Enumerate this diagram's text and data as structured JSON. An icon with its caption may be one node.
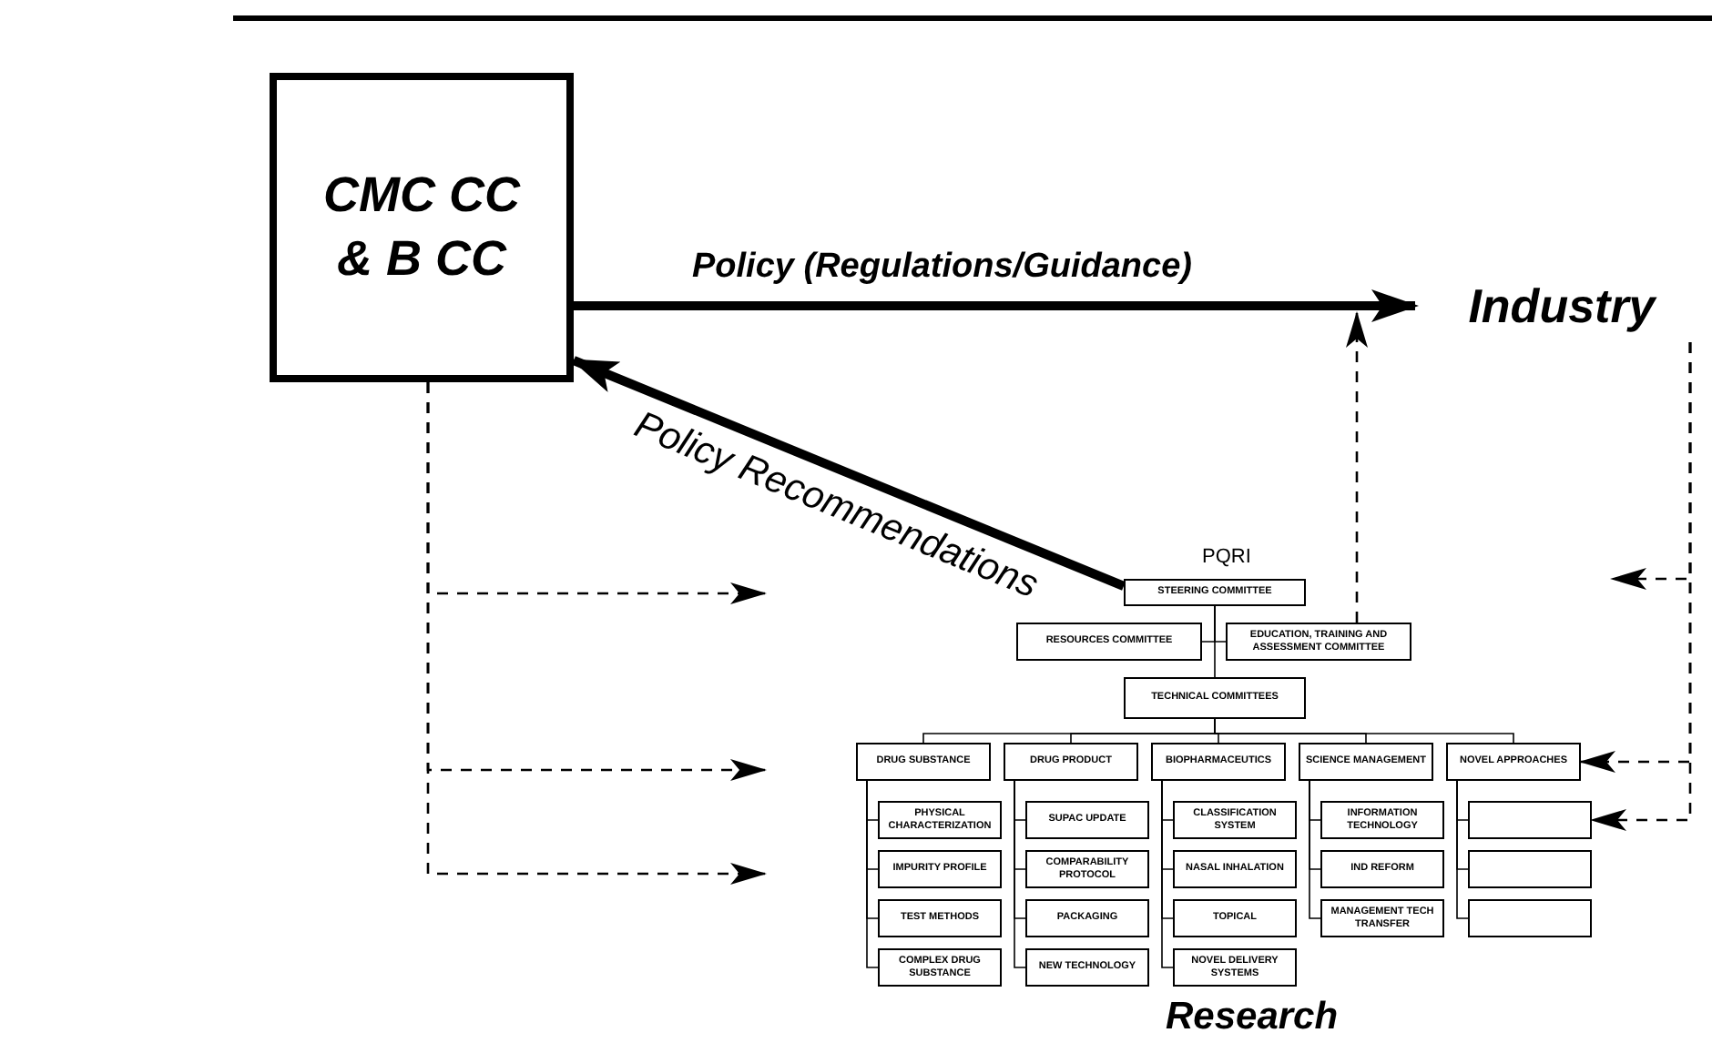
{
  "diagram": {
    "nodes": [
      {
        "text": [
          "CMC CC & B CC"
        ]
      },
      {
        "text": [
          "Industry"
        ]
      },
      {
        "text": [
          "STEERING COMMITTEE"
        ]
      },
      {
        "text": [
          "RESOURCES COMMITTEE"
        ]
      },
      {
        "text": [
          "EDUCATION, TRAINING AND ASSESSMENT COMMITTEE"
        ]
      },
      {
        "text": [
          "TECHNICAL COMMITTEES"
        ]
      },
      {
        "text": [
          "DRUG SUBSTANCE"
        ]
      },
      {
        "text": [
          "DRUG PRODUCT"
        ]
      },
      {
        "text": [
          "BIOPHARMACEUTICS"
        ]
      },
      {
        "text": [
          "SCIENCE MANAGEMENT"
        ]
      },
      {
        "text": [
          "NOVEL APPROACHES"
        ]
      },
      {
        "text": [
          "PHYSICAL CHARACTERIZATION"
        ]
      },
      {
        "text": [
          "SUPAC UPDATE"
        ]
      },
      {
        "text": [
          "CLASSIFICATION SYSTEM"
        ]
      },
      {
        "text": [
          "INFORMATION TECHNOLOGY"
        ]
      },
      {
        "text": [],
        "shape": "box"
      },
      {
        "text": [
          "IMPURITY PROFILE"
        ]
      },
      {
        "text": [
          "COMPARABILITY PROTOCOL"
        ]
      },
      {
        "text": [
          "NASAL INHALATION"
        ]
      },
      {
        "text": [
          "IND REFORM"
        ]
      },
      {
        "text": [],
        "shape": "box"
      },
      {
        "text": [
          "TEST METHODS"
        ]
      },
      {
        "text": [
          "PACKAGING"
        ]
      },
      {
        "text": [
          "TOPICAL"
        ]
      },
      {
        "text": [
          "MANAGEMENT TECH TRANSFER"
        ]
      },
      {
        "text": [],
        "shape": "box"
      },
      {
        "text": [
          "COMPLEX DRUG SUBSTANCE"
        ]
      },
      {
        "text": [
          "NEW TECHNOLOGY"
        ]
      },
      {
        "text": [
          "NOVEL DELIVERY SYSTEMS"
        ]
      }
    ],
    "edges": [
      {
        "from": 0,
        "to": 1,
        "arrow": "to",
        "style": "thick",
        "label": "Policy (Regulations/Guidance)"
      },
      {
        "from": 2,
        "to": 0,
        "arrow": "to",
        "style": "thick",
        "label": "Policy Recommendations"
      },
      {
        "from": 4,
        "to": null,
        "arrow": "to",
        "style": "dashed"
      },
      {
        "from": 0,
        "to": null,
        "arrow": "to",
        "style": "dashed"
      },
      {
        "from": 0,
        "to": null,
        "arrow": "to",
        "style": "dashed"
      },
      {
        "from": 0,
        "to": null,
        "arrow": "to",
        "style": "dashed"
      },
      {
        "from": 1,
        "to": null,
        "arrow": "to",
        "style": "dashed"
      },
      {
        "from": 1,
        "to": 10,
        "arrow": "to",
        "style": "dashed"
      },
      {
        "from": 1,
        "to": 15,
        "arrow": "to",
        "style": "dashed"
      },
      {
        "from": 2,
        "to": 3,
        "arrow": "none"
      },
      {
        "from": 2,
        "to": 4,
        "arrow": "none"
      },
      {
        "from": 2,
        "to": 5,
        "arrow": "none"
      },
      {
        "from": 5,
        "to": 6,
        "arrow": "none"
      },
      {
        "from": 5,
        "to": 7,
        "arrow": "none"
      },
      {
        "from": 5,
        "to": 8,
        "arrow": "none"
      },
      {
        "from": 5,
        "to": 9,
        "arrow": "none"
      },
      {
        "from": 5,
        "to": 10,
        "arrow": "none"
      },
      {
        "from": 6,
        "to": 11,
        "arrow": "none"
      },
      {
        "from": 6,
        "to": 16,
        "arrow": "none"
      },
      {
        "from": 6,
        "to": 21,
        "arrow": "none"
      },
      {
        "from": 6,
        "to": 26,
        "arrow": "none"
      },
      {
        "from": 7,
        "to": 12,
        "arrow": "none"
      },
      {
        "from": 7,
        "to": 17,
        "arrow": "none"
      },
      {
        "from": 7,
        "to": 22,
        "arrow": "none"
      },
      {
        "from": 7,
        "to": 27,
        "arrow": "none"
      },
      {
        "from": 8,
        "to": 13,
        "arrow": "none"
      },
      {
        "from": 8,
        "to": 18,
        "arrow": "none"
      },
      {
        "from": 8,
        "to": 23,
        "arrow": "none"
      },
      {
        "from": 8,
        "to": 28,
        "arrow": "none"
      },
      {
        "from": 9,
        "to": 14,
        "arrow": "none"
      },
      {
        "from": 9,
        "to": 19,
        "arrow": "none"
      },
      {
        "from": 9,
        "to": 24,
        "arrow": "none"
      },
      {
        "from": 10,
        "to": 15,
        "arrow": "none"
      },
      {
        "from": 10,
        "to": 20,
        "arrow": "none"
      },
      {
        "from": 10,
        "to": 25,
        "arrow": "none"
      }
    ],
    "labels": [
      "PQRI",
      "Research"
    ]
  }
}
